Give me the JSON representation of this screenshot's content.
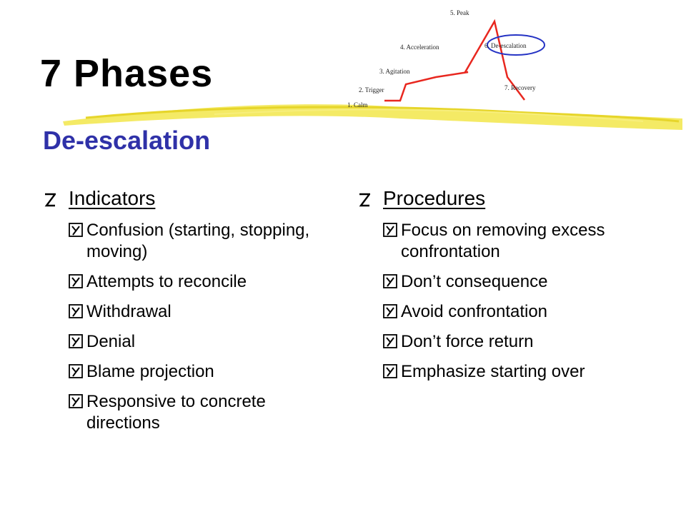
{
  "slide": {
    "title": "7 Phases",
    "subtitle": "De-escalation"
  },
  "diagram": {
    "phases": [
      "1. Calm",
      "2. Trigger",
      "3. Agitation",
      "4. Acceleration",
      "5. Peak",
      "6. De-escalation",
      "7. Recovery"
    ],
    "highlighted_phase": "6. De-escalation",
    "line_color": "#e8271f",
    "highlight_color": "#2533c4"
  },
  "colors": {
    "subtitle": "#2f31a8",
    "accent_stroke": "#f2e64a"
  },
  "left_column": {
    "heading": "Indicators",
    "items": [
      "Confusion (starting, stopping, moving)",
      "Attempts to reconcile",
      "Withdrawal",
      "Denial",
      "Blame projection",
      "Responsive to concrete directions"
    ]
  },
  "right_column": {
    "heading": "Procedures",
    "items": [
      "Focus on removing excess confrontation",
      "Don’t consequence",
      "Avoid confrontation",
      "Don’t force return",
      "Emphasize starting over"
    ]
  }
}
